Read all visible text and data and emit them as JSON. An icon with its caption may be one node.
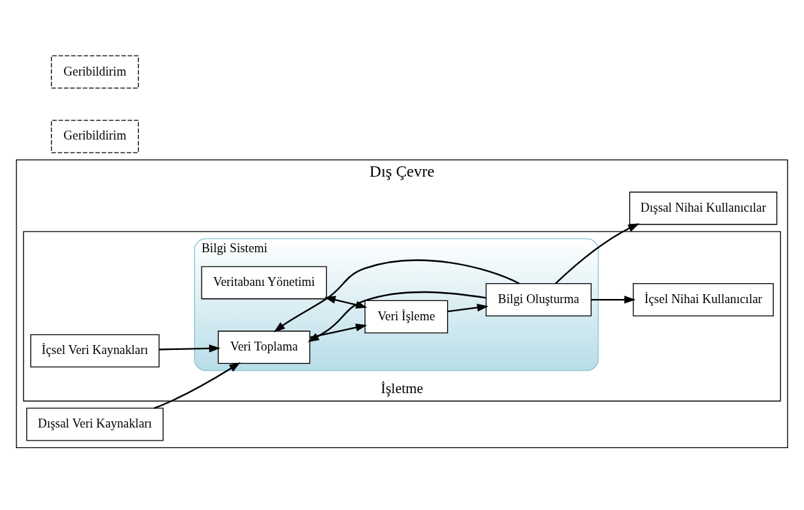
{
  "diagram": {
    "nodes": [
      {
        "text": [
          "Dış Çevre"
        ]
      },
      {
        "text": [
          "Dışsal Veri Kaynakları"
        ],
        "in": 0
      },
      {
        "text": [
          "İşletme"
        ],
        "in": 0
      },
      {
        "text": [
          "Bilgi Sistemi"
        ],
        "in": 2
      },
      {
        "text": [
          "Veritabanı Yönetimi"
        ],
        "in": 3
      },
      {
        "text": [
          "Veri Toplama"
        ],
        "in": 3
      },
      {
        "text": [
          "Veri İşleme"
        ],
        "in": 3
      },
      {
        "text": [
          "Bilgi Oluşturma"
        ],
        "in": 3
      },
      {
        "text": [
          "İçsel Veri Kaynakları"
        ],
        "in": 2
      },
      {
        "text": [
          "İçsel Nihai Kullanıcılar"
        ],
        "in": 2
      },
      {
        "text": [
          "Dışsal Nihai Kullanıcılar"
        ],
        "in": 0
      }
    ],
    "edges": [
      {
        "from": 1,
        "to": 5,
        "arrow": "to"
      },
      {
        "from": 4,
        "to": 6,
        "arrow": "both"
      },
      {
        "from": 5,
        "to": 6,
        "arrow": "to"
      },
      {
        "from": 6,
        "to": 7,
        "arrow": "to"
      },
      {
        "from": 7,
        "to": 10,
        "arrow": "to"
      },
      {
        "from": 8,
        "to": 5,
        "arrow": "to"
      },
      {
        "from": 7,
        "to": 9,
        "arrow": "to"
      },
      {
        "from": 7,
        "to": 5,
        "arrow": "to"
      },
      {
        "from": 7,
        "to": 5,
        "arrow": "to"
      }
    ],
    "labels": [
      "Geribildirim",
      "Geribildirim"
    ]
  }
}
